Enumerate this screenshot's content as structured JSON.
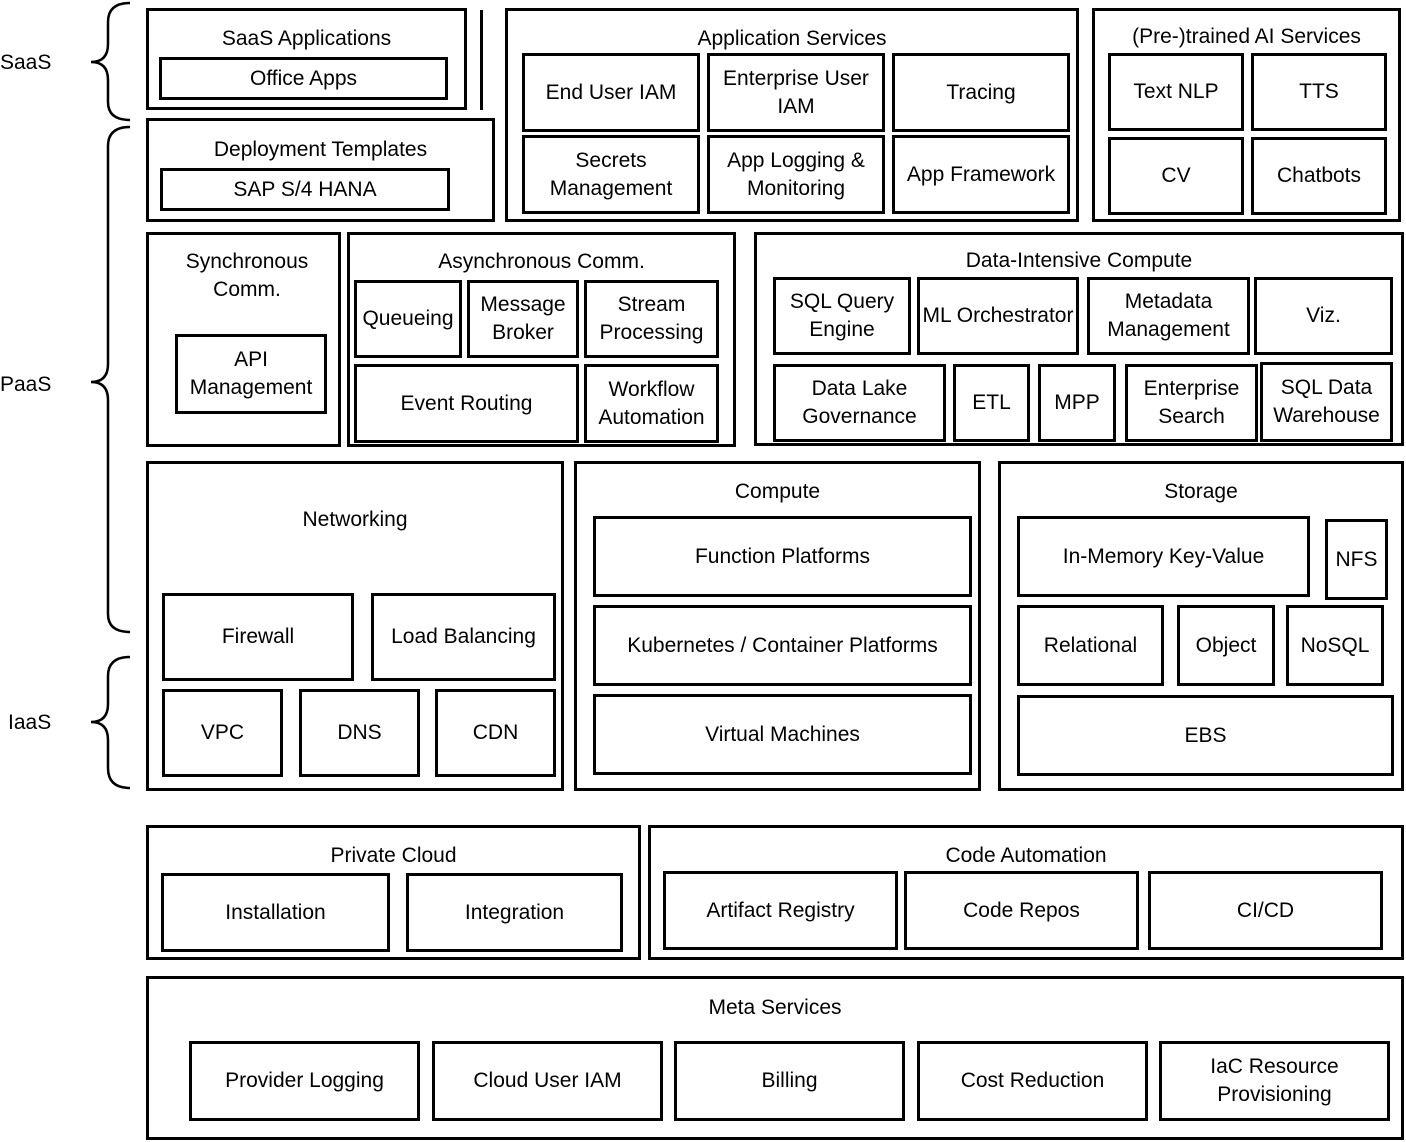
{
  "tiers": {
    "saas": "SaaS",
    "paas": "PaaS",
    "iaas": "IaaS"
  },
  "saas_applications": {
    "title": "SaaS Applications",
    "items": [
      "Office Apps"
    ]
  },
  "deployment_templates": {
    "title": "Deployment Templates",
    "items": [
      "SAP S/4 HANA"
    ]
  },
  "application_services": {
    "title": "Application Services",
    "items": [
      "End User IAM",
      "Enterprise User IAM",
      "Tracing",
      "Secrets Management",
      "App Logging & Monitoring",
      "App Framework"
    ]
  },
  "ai_services": {
    "title": "(Pre-)trained AI Services",
    "items": [
      "Text NLP",
      "TTS",
      "CV",
      "Chatbots"
    ]
  },
  "sync_comm": {
    "title": "Synchronous Comm.",
    "items": [
      "API Management"
    ]
  },
  "async_comm": {
    "title": "Asynchronous Comm.",
    "items": [
      "Queueing",
      "Message Broker",
      "Stream Processing",
      "Event Routing",
      "Workflow Automation"
    ]
  },
  "data_compute": {
    "title": "Data-Intensive Compute",
    "items": [
      "SQL Query Engine",
      "ML Orchestrator",
      "Metadata Management",
      "Viz.",
      "Data Lake Governance",
      "ETL",
      "MPP",
      "Enterprise Search",
      "SQL Data Warehouse"
    ]
  },
  "networking": {
    "title": "Networking",
    "items": [
      "Firewall",
      "Load Balancing",
      "VPC",
      "DNS",
      "CDN"
    ]
  },
  "compute": {
    "title": "Compute",
    "items": [
      "Function Platforms",
      "Kubernetes / Container Platforms",
      "Virtual Machines"
    ]
  },
  "storage": {
    "title": "Storage",
    "items": [
      "In-Memory Key-Value",
      "NFS",
      "Relational",
      "Object",
      "NoSQL",
      "EBS"
    ]
  },
  "private_cloud": {
    "title": "Private Cloud",
    "items": [
      "Installation",
      "Integration"
    ]
  },
  "code_automation": {
    "title": "Code Automation",
    "items": [
      "Artifact Registry",
      "Code Repos",
      "CI/CD"
    ]
  },
  "meta_services": {
    "title": "Meta Services",
    "items": [
      "Provider Logging",
      "Cloud User IAM",
      "Billing",
      "Cost Reduction",
      "IaC Resource Provisioning"
    ]
  }
}
